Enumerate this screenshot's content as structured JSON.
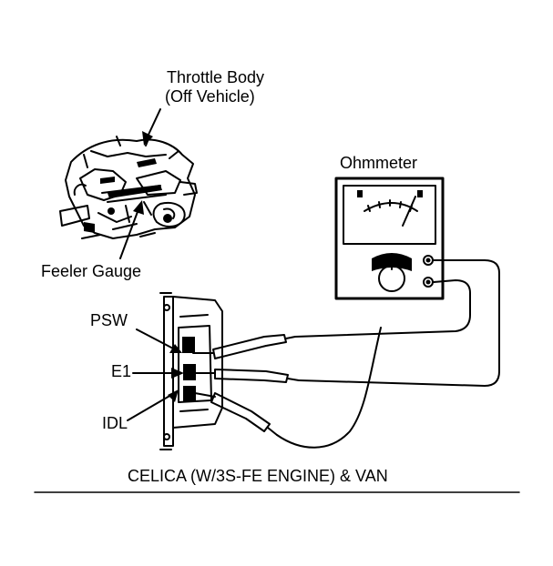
{
  "labels": {
    "throttle_body_line1": "Throttle Body",
    "throttle_body_line2": "(Off Vehicle)",
    "ohmmeter": "Ohmmeter",
    "feeler_gauge": "Feeler Gauge",
    "psw": "PSW",
    "e1": "E1",
    "idl": "IDL"
  },
  "caption": "CELICA (W/3S-FE ENGINE) & VAN",
  "colors": {
    "ink": "#000000",
    "paper": "#ffffff"
  }
}
